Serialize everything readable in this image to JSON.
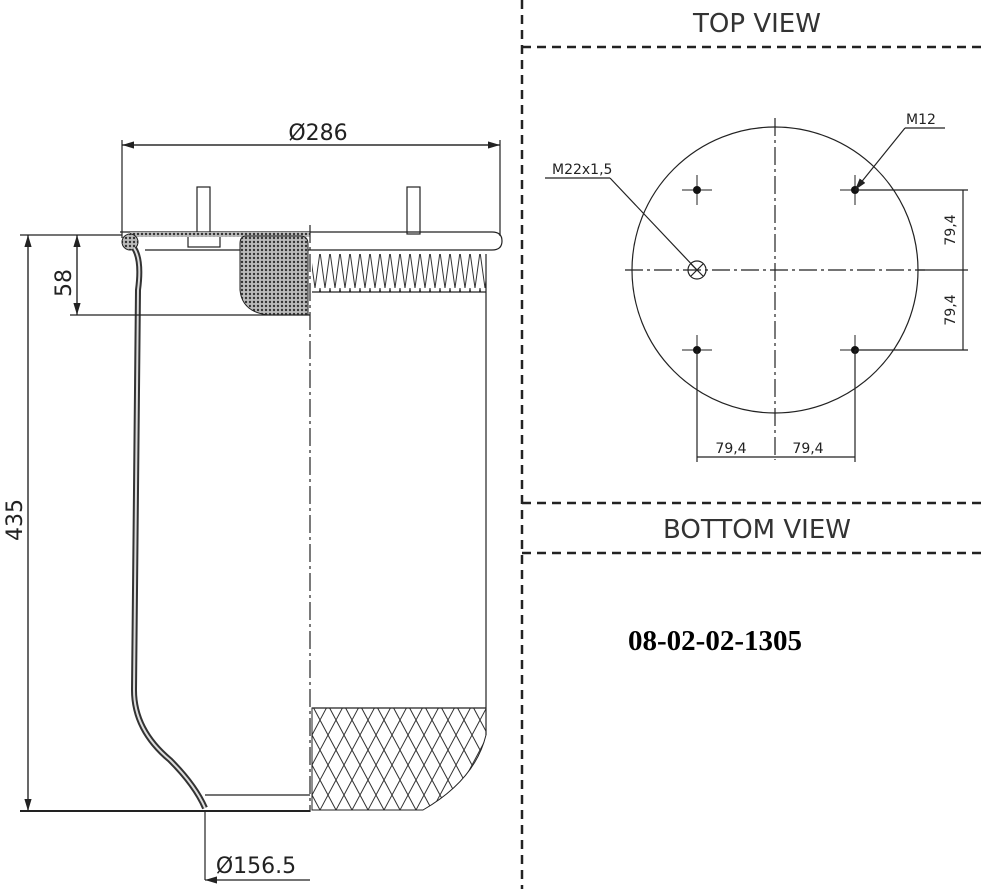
{
  "views": {
    "top_view_label": "TOP VIEW",
    "bottom_view_label": "BOTTOM VIEW"
  },
  "part_number": "08-02-02-1305",
  "side_view": {
    "top_diameter": "Ø286",
    "bottom_diameter": "Ø156.5",
    "height": "435",
    "top_section_height": "58"
  },
  "top_view": {
    "thread_large": "M22x1,5",
    "thread_small": "M12",
    "vertical_spacing_upper": "79,4",
    "vertical_spacing_lower": "79,4",
    "horizontal_spacing_left": "79,4",
    "horizontal_spacing_right": "79,4"
  }
}
